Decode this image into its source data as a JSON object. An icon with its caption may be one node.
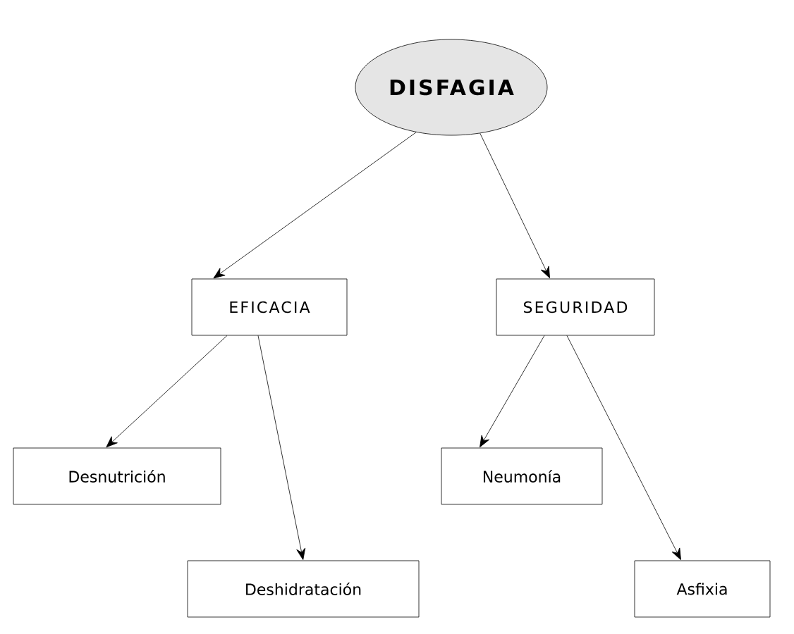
{
  "diagram": {
    "nodes": [
      {
        "text": [
          "DISFAGIA"
        ]
      },
      {
        "text": [
          "EFICACIA"
        ]
      },
      {
        "text": [
          "SEGURIDAD"
        ]
      },
      {
        "text": [
          "Desnutrición"
        ]
      },
      {
        "text": [
          "Deshidratación"
        ]
      },
      {
        "text": [
          "Neumonía"
        ]
      },
      {
        "text": [
          "Asfixia"
        ]
      }
    ],
    "edges": [
      {
        "from": 0,
        "to": 1,
        "arrow": "to"
      },
      {
        "from": 0,
        "to": 2,
        "arrow": "to"
      },
      {
        "from": 1,
        "to": 3,
        "arrow": "to"
      },
      {
        "from": 1,
        "to": 4,
        "arrow": "to"
      },
      {
        "from": 2,
        "to": 5,
        "arrow": "to"
      },
      {
        "from": 2,
        "to": 6,
        "arrow": "to"
      }
    ]
  }
}
